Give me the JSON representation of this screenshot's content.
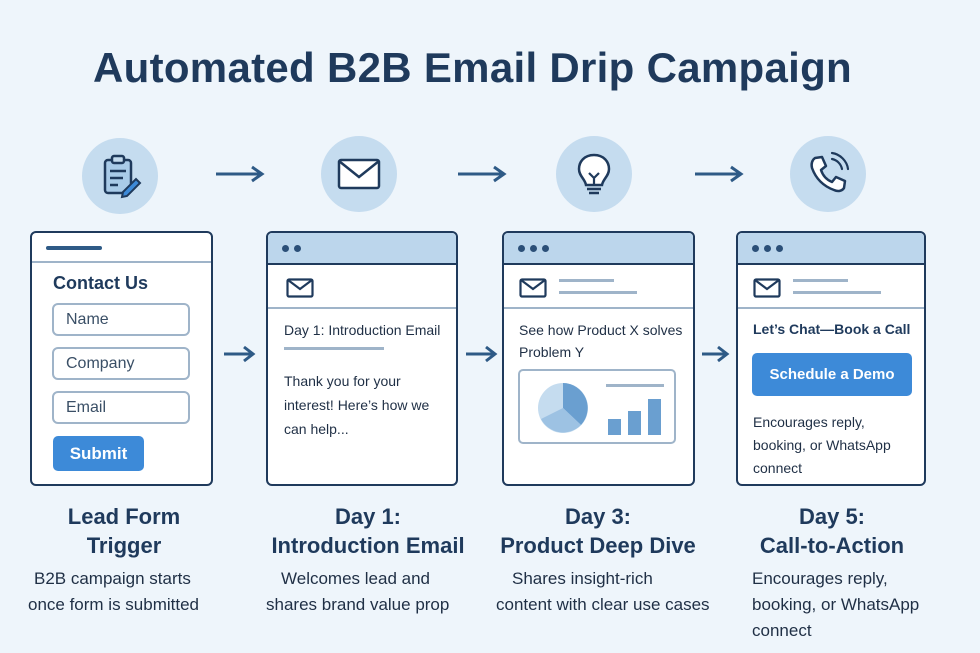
{
  "title": "Automated B2B Email Drip Campaign",
  "colors": {
    "primary": "#1f3a5c",
    "accent": "#3d8ad8",
    "icon_bg": "#c5dcef",
    "background": "#eef5fb"
  },
  "steps": [
    {
      "icon": "clipboard-pen-icon",
      "card": {
        "heading": "Contact Us",
        "fields": [
          "Name",
          "Company",
          "Email"
        ],
        "button": "Submit"
      },
      "title_lines": [
        "Lead Form",
        "Trigger"
      ],
      "desc_lines": [
        "B2B campaign starts",
        "once form is submitted"
      ]
    },
    {
      "icon": "envelope-icon",
      "card": {
        "subject": "Day 1: Introduction Email",
        "body_lines": [
          "Thank you for your",
          "interest! Here’s how we",
          "can help..."
        ]
      },
      "title_lines": [
        "Day 1:",
        "Introduction Email"
      ],
      "desc_lines": [
        "Welcomes lead and",
        "shares brand value prop"
      ]
    },
    {
      "icon": "lightbulb-icon",
      "card": {
        "subject_lines": [
          "See how Product X solves",
          "Problem Y"
        ]
      },
      "title_lines": [
        "Day 3:",
        "Product Deep Dive"
      ],
      "desc_lines": [
        "Shares insight-rich",
        "content with clear use cases"
      ]
    },
    {
      "icon": "phone-icon",
      "card": {
        "subject": "Let’s Chat—Book a Call",
        "button": "Schedule a Demo",
        "body_lines": [
          "Encourages reply,",
          "booking, or WhatsApp",
          "connect"
        ]
      },
      "title_lines": [
        "Day 5:",
        "Call-to-Action"
      ],
      "desc_lines": [
        "Encourages reply,",
        "booking, or WhatsApp",
        "connect"
      ]
    }
  ]
}
